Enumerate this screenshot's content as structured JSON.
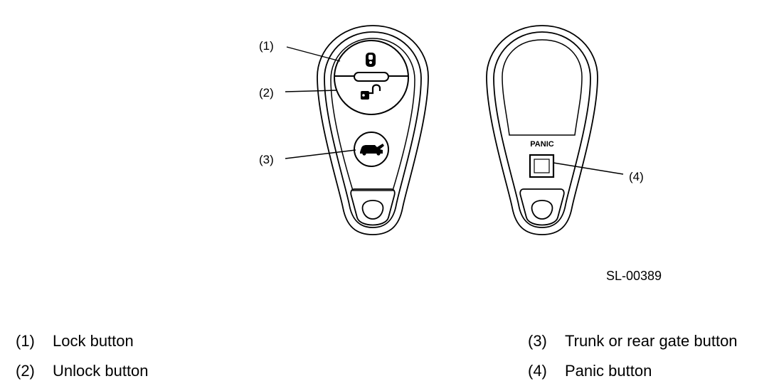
{
  "callouts": {
    "c1": "(1)",
    "c2": "(2)",
    "c3": "(3)",
    "c4": "(4)"
  },
  "remote_back": {
    "panic_text": "PANIC"
  },
  "figure_id": "SL-00389",
  "icons": [
    "lock-icon",
    "unlock-icon",
    "trunk-icon"
  ],
  "legend": [
    {
      "num": "(1)",
      "text": "Lock button"
    },
    {
      "num": "(2)",
      "text": "Unlock button"
    },
    {
      "num": "(3)",
      "text": "Trunk or rear gate button"
    },
    {
      "num": "(4)",
      "text": "Panic button"
    }
  ]
}
